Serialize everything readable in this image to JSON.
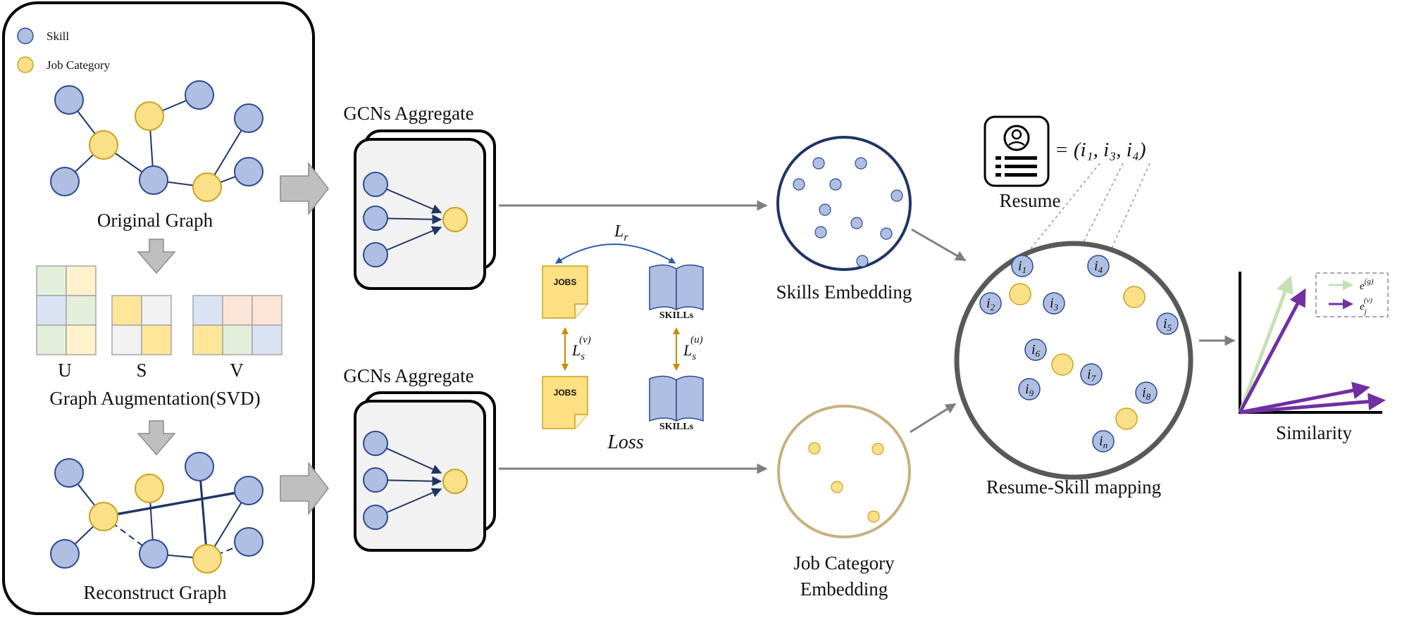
{
  "legend": {
    "skill": "Skill",
    "job_category": "Job Category"
  },
  "labels": {
    "original_graph": "Original Graph",
    "graph_augmentation": "Graph Augmentation(SVD)",
    "reconstruct_graph": "Reconstruct Graph",
    "svd_u": "U",
    "svd_s": "S",
    "svd_v": "V",
    "gcn_top": "GCNs Aggregate",
    "gcn_bottom": "GCNs Aggregate",
    "skills_embedding": "Skills Embedding",
    "job_category_line1": "Job Category",
    "job_category_line2": "Embedding",
    "resume": "Resume",
    "resume_formula": "= (i₁, i₃, i₄)",
    "resume_skill_mapping": "Resume-Skill mapping",
    "similarity": "Similarity",
    "loss": "Loss",
    "jobs_top": "JOBS",
    "jobs_bottom": "JOBS",
    "skills_top": "SKILLs",
    "skills_bottom": "SKILLs",
    "loss_r": "L",
    "loss_r_sub": "r",
    "loss_v": "L",
    "loss_v_sub": "s",
    "loss_v_sup": "(v)",
    "loss_u": "L",
    "loss_u_sub": "s",
    "loss_u_sup": "(u)",
    "sim_legend_g": "e",
    "sim_legend_g_sup": "(g)",
    "sim_legend_v": "e",
    "sim_legend_v_sub": "j",
    "sim_legend_v_sup": "(v)"
  },
  "mapping_items": [
    {
      "base": "i",
      "sub": "1"
    },
    {
      "base": "i",
      "sub": "2"
    },
    {
      "base": "i",
      "sub": "3"
    },
    {
      "base": "i",
      "sub": "4"
    },
    {
      "base": "i",
      "sub": "5"
    },
    {
      "base": "i",
      "sub": "6"
    },
    {
      "base": "i",
      "sub": "7"
    },
    {
      "base": "i",
      "sub": "8"
    },
    {
      "base": "i",
      "sub": "9"
    },
    {
      "base": "i",
      "sub": "n"
    }
  ],
  "colors": {
    "skill_fill": "#aebfe3",
    "skill_stroke": "#2e4a8c",
    "job_fill": "#fbe08a",
    "job_stroke": "#c9a21e",
    "edge": "#1f3564",
    "arrow_gray": "#7f7f7f",
    "purple": "#7030a0",
    "light_green": "#c6e0b4",
    "skills_circle": "#1f3564",
    "job_circle": "#c7b17f"
  }
}
